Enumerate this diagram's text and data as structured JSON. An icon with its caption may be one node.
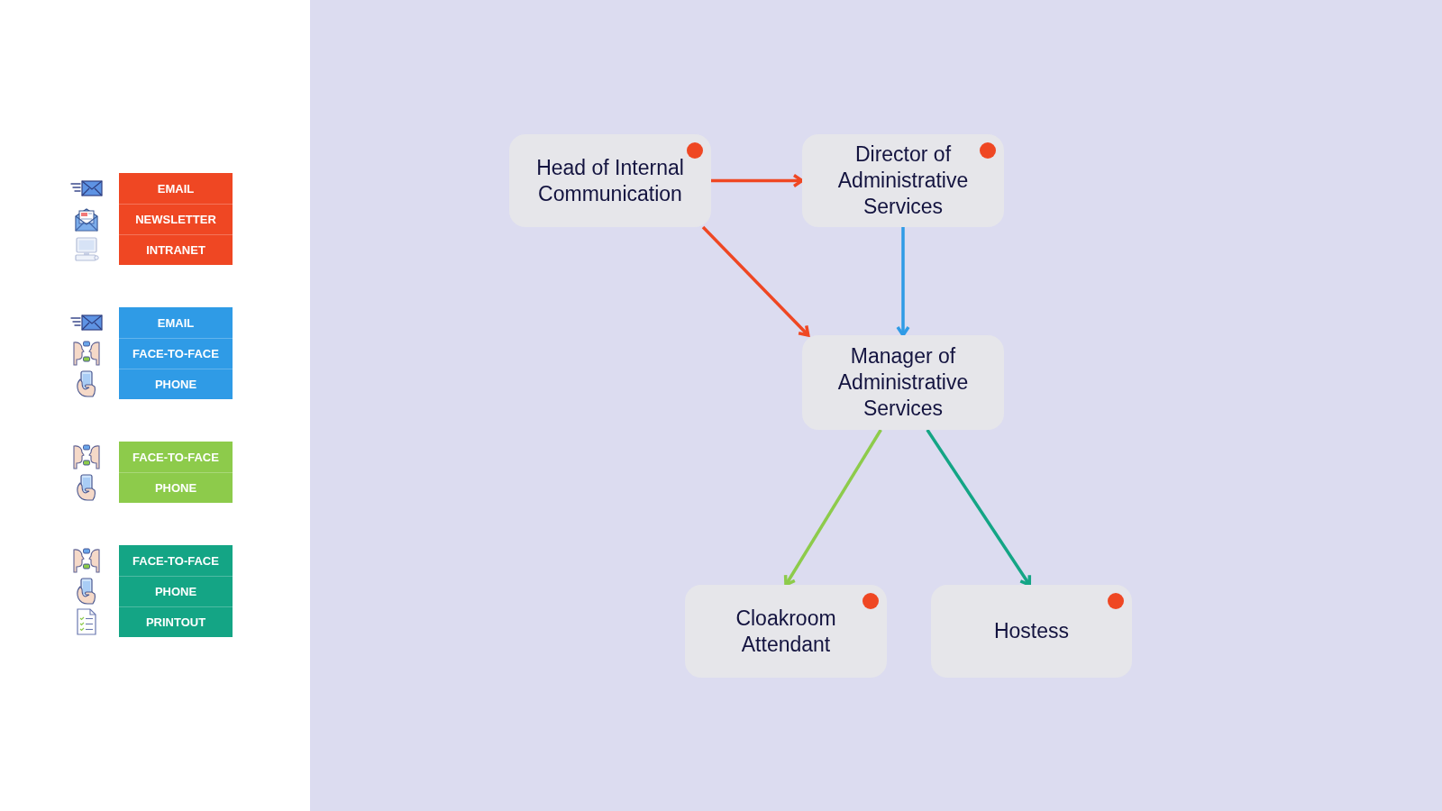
{
  "diagram": {
    "nodes": [
      {
        "text": [
          "Head of Internal Communication"
        ]
      },
      {
        "text": [
          "Director of Administrative Services"
        ]
      },
      {
        "text": [
          "Manager of Administrative Services"
        ]
      },
      {
        "text": [
          "Cloakroom Attendant"
        ]
      },
      {
        "text": [
          "Hostess"
        ]
      }
    ],
    "edges": [
      {
        "from": 0,
        "to": 1,
        "arrow": "to",
        "color": "#ef4723"
      },
      {
        "from": 0,
        "to": 2,
        "arrow": "to",
        "color": "#ef4723"
      },
      {
        "from": 1,
        "to": 2,
        "arrow": "to",
        "color": "#2f9be6"
      },
      {
        "from": 2,
        "to": 3,
        "arrow": "to",
        "color": "#8dcb4b"
      },
      {
        "from": 2,
        "to": 4,
        "arrow": "to",
        "color": "#14a585"
      }
    ],
    "legend": [
      {
        "text": "EMAIL",
        "color": "#ef4723"
      },
      {
        "text": "NEWSLETTER",
        "color": "#ef4723"
      },
      {
        "text": "INTRANET",
        "color": "#ef4723"
      },
      {
        "text": "EMAIL",
        "color": "#2f9be6"
      },
      {
        "text": "FACE-TO-FACE",
        "color": "#2f9be6"
      },
      {
        "text": "PHONE",
        "color": "#2f9be6"
      },
      {
        "text": "FACE-TO-FACE",
        "color": "#8dcb4b"
      },
      {
        "text": "PHONE",
        "color": "#8dcb4b"
      },
      {
        "text": "FACE-TO-FACE",
        "color": "#14a585"
      },
      {
        "text": "PHONE",
        "color": "#14a585"
      },
      {
        "text": "PRINTOUT",
        "color": "#14a585"
      }
    ]
  }
}
